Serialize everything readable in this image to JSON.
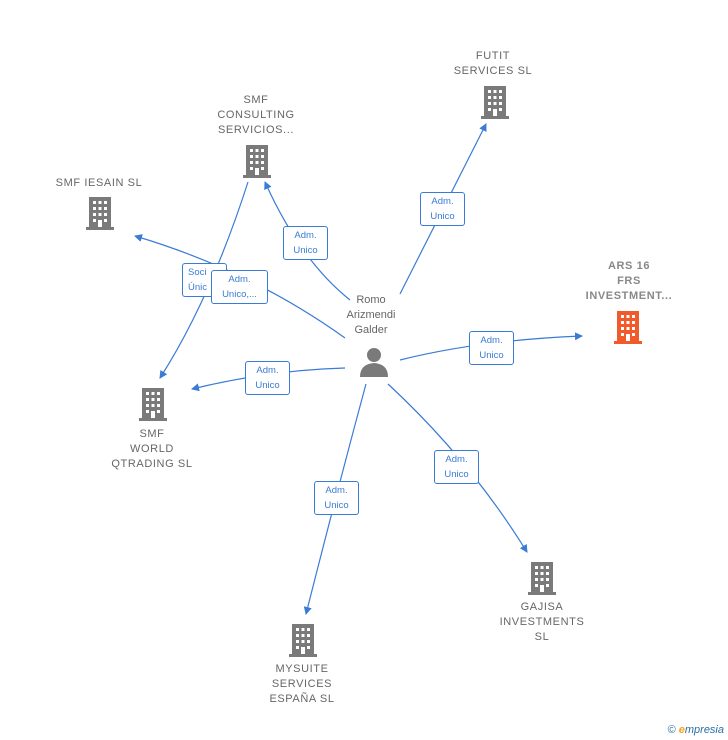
{
  "center_node": {
    "name": "Romo\nArizmendi\nGalder",
    "icon": "person-icon"
  },
  "companies": [
    {
      "id": "futit",
      "name": "FUTIT\nSERVICES  SL",
      "icon": "building-icon",
      "highlight": false
    },
    {
      "id": "smf-consulting",
      "name": "SMF\nCONSULTING\nSERVICIOS...",
      "icon": "building-icon",
      "highlight": false
    },
    {
      "id": "smf-iesain",
      "name": "SMF IESAIN  SL",
      "icon": "building-icon",
      "highlight": false
    },
    {
      "id": "ars16",
      "name": "ARS 16\nFRS\nINVESTMENT...",
      "icon": "building-icon",
      "highlight": true
    },
    {
      "id": "smf-world",
      "name": "SMF\nWORLD\nQTRADING  SL",
      "icon": "building-icon",
      "highlight": false
    },
    {
      "id": "gajisa",
      "name": "GAJISA\nINVESTMENTS\nSL",
      "icon": "building-icon",
      "highlight": false
    },
    {
      "id": "mysuite",
      "name": "MYSUITE\nSERVICES\nESPAÑA  SL",
      "icon": "building-icon",
      "highlight": false
    }
  ],
  "edge_labels": {
    "futit": "Adm.\nUnico",
    "smf_consulting": "Adm.\nUnico",
    "smf_iesain": "Adm.\nUnico,...",
    "smf_world_partner": "Soci\nÚnic",
    "smf_world": "Adm.\nUnico",
    "ars16": "Adm.\nUnico",
    "gajisa": "Adm.\nUnico",
    "mysuite": "Adm.\nUnico"
  },
  "colors": {
    "edge": "#3a7bd5",
    "building": "#7a7a7a",
    "highlight": "#f15a2b",
    "person": "#7a7a7a"
  },
  "footer": {
    "copyright": "©",
    "brand_e": "e",
    "brand_rest": "mpresia"
  }
}
